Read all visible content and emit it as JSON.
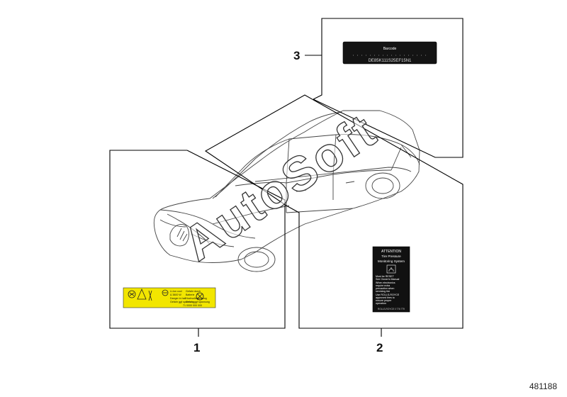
{
  "callouts": {
    "part1": "1",
    "part2": "2",
    "part3": "3"
  },
  "diagram_id": "481188",
  "watermark": "AutoSoft",
  "label1": {
    "lines_left": [
      "Li-Ion cool",
      "& 3800 W",
      "Danger in hall",
      "Gefahr ggf spannung"
    ],
    "lines_right": [
      "Gefahr durch",
      "Batterie",
      "Hochvoltspannung",
      "Gefahr ggf spannung"
    ],
    "part_no": "71 0000 000 000",
    "color": "#f2e600"
  },
  "label2": {
    "lines": [
      "ATTENTION",
      "Tire Pressure",
      "Monitoring System"
    ],
    "notes": [
      "Must be RESET",
      "See Owner's Manual",
      "When electronics",
      "require extra",
      "precaution when",
      "servicing tire",
      "Use ROLLS-ROYCE",
      "approved tires to",
      "ensure proper",
      "operation"
    ],
    "footer": "ROLLS-ROYCE 0 776 779"
  },
  "label3": {
    "title": "Barcode",
    "code": "DE85K111S25EF15N1"
  }
}
